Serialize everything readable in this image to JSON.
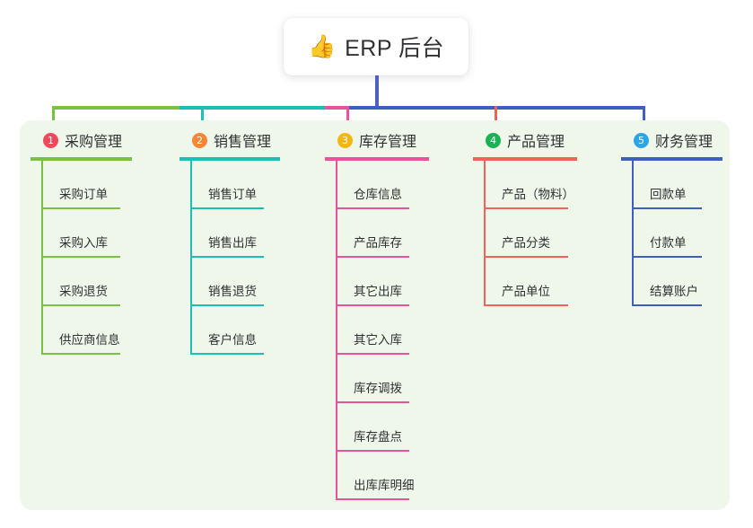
{
  "title": {
    "emoji": "👍",
    "icon_name": "thumbs-up-icon",
    "text": "ERP 后台"
  },
  "panel": {
    "background_color": "#eef7e9"
  },
  "trunk_color": "#4f5ec1",
  "columns": [
    {
      "badge": "1",
      "badge_color": "#f04a5a",
      "line_color": "#7ac143",
      "title": "采购管理",
      "items": [
        "采购订单",
        "采购入库",
        "采购退货",
        "供应商信息"
      ]
    },
    {
      "badge": "2",
      "badge_color": "#f58634",
      "line_color": "#18c0b5",
      "title": "销售管理",
      "items": [
        "销售订单",
        "销售出库",
        "销售退货",
        "客户信息"
      ]
    },
    {
      "badge": "3",
      "badge_color": "#f5b612",
      "line_color": "#e7549b",
      "title": "库存管理",
      "items": [
        "仓库信息",
        "产品库存",
        "其它出库",
        "其它入库",
        "库存调拨",
        "库存盘点",
        "出库库明细"
      ]
    },
    {
      "badge": "4",
      "badge_color": "#19b256",
      "line_color": "#f4615b",
      "title": "产品管理",
      "items": [
        "产品（物料）",
        "产品分类",
        "产品单位"
      ]
    },
    {
      "badge": "5",
      "badge_color": "#2aa6e8",
      "line_color": "#3f5fc0",
      "title": "财务管理",
      "items": [
        "回款单",
        "付款单",
        "结算账户"
      ]
    }
  ]
}
